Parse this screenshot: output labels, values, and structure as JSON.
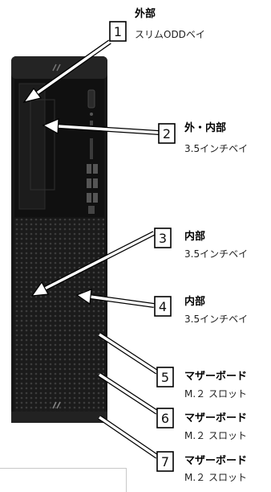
{
  "callouts": [
    {
      "number": "1",
      "title": "外部",
      "subtitle": "スリムODDベイ"
    },
    {
      "number": "2",
      "title": "外・内部",
      "subtitle": "3.5インチベイ"
    },
    {
      "number": "3",
      "title": "内部",
      "subtitle": "3.5インチベイ"
    },
    {
      "number": "4",
      "title": "内部",
      "subtitle": "3.5インチベイ"
    },
    {
      "number": "5",
      "title": "マザーボード",
      "subtitle": "M.２ スロット"
    },
    {
      "number": "6",
      "title": "マザーボード",
      "subtitle": "M.２ スロット"
    },
    {
      "number": "7",
      "title": "マザーボード",
      "subtitle": "M.２ スロット"
    }
  ]
}
